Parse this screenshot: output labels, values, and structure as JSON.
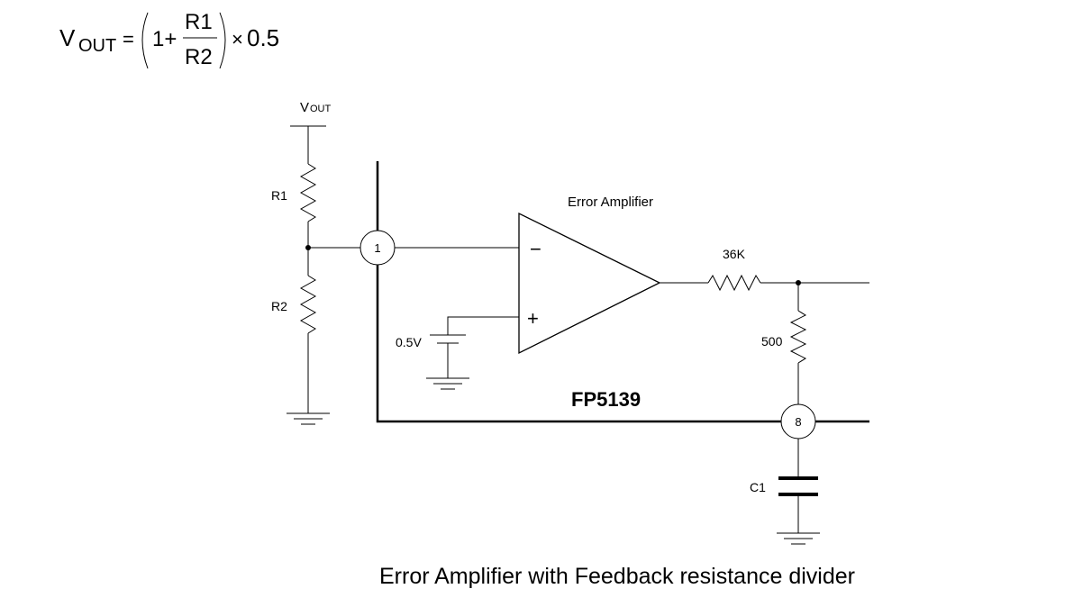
{
  "formula": {
    "lhs": "V",
    "lhs_sub": "OUT",
    "equals": "=",
    "one_plus": "1+",
    "numerator": "R1",
    "denominator": "R2",
    "times": "×",
    "factor": "0.5"
  },
  "labels": {
    "vout_main": "V",
    "vout_sub": "OUT",
    "r1": "R1",
    "r2": "R2",
    "pin1": "1",
    "pin8": "8",
    "error_amplifier": "Error Amplifier",
    "minus": "−",
    "plus": "+",
    "vref": "0.5V",
    "r_36k": "36K",
    "r_500": "500",
    "chip": "FP5139",
    "c1": "C1"
  },
  "caption": "Error Amplifier with Feedback resistance divider"
}
